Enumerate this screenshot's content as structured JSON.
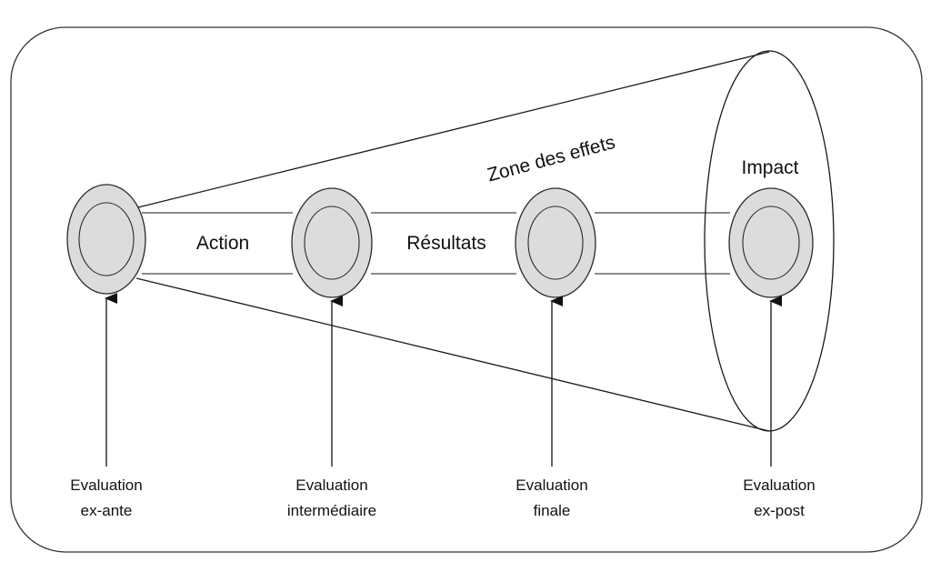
{
  "diagram": {
    "zone_label": "Zone des effets",
    "impact_label": "Impact",
    "segments": {
      "action": "Action",
      "resultats": "Résultats"
    },
    "evaluations": [
      {
        "line1": "Evaluation",
        "line2": "ex-ante"
      },
      {
        "line1": "Evaluation",
        "line2": "intermédiaire"
      },
      {
        "line1": "Evaluation",
        "line2": "finale"
      },
      {
        "line1": "Evaluation",
        "line2": "ex-post"
      }
    ],
    "colors": {
      "node_fill": "#dcdcdc",
      "stroke": "#1a1a1a",
      "frame": "#333333"
    }
  }
}
